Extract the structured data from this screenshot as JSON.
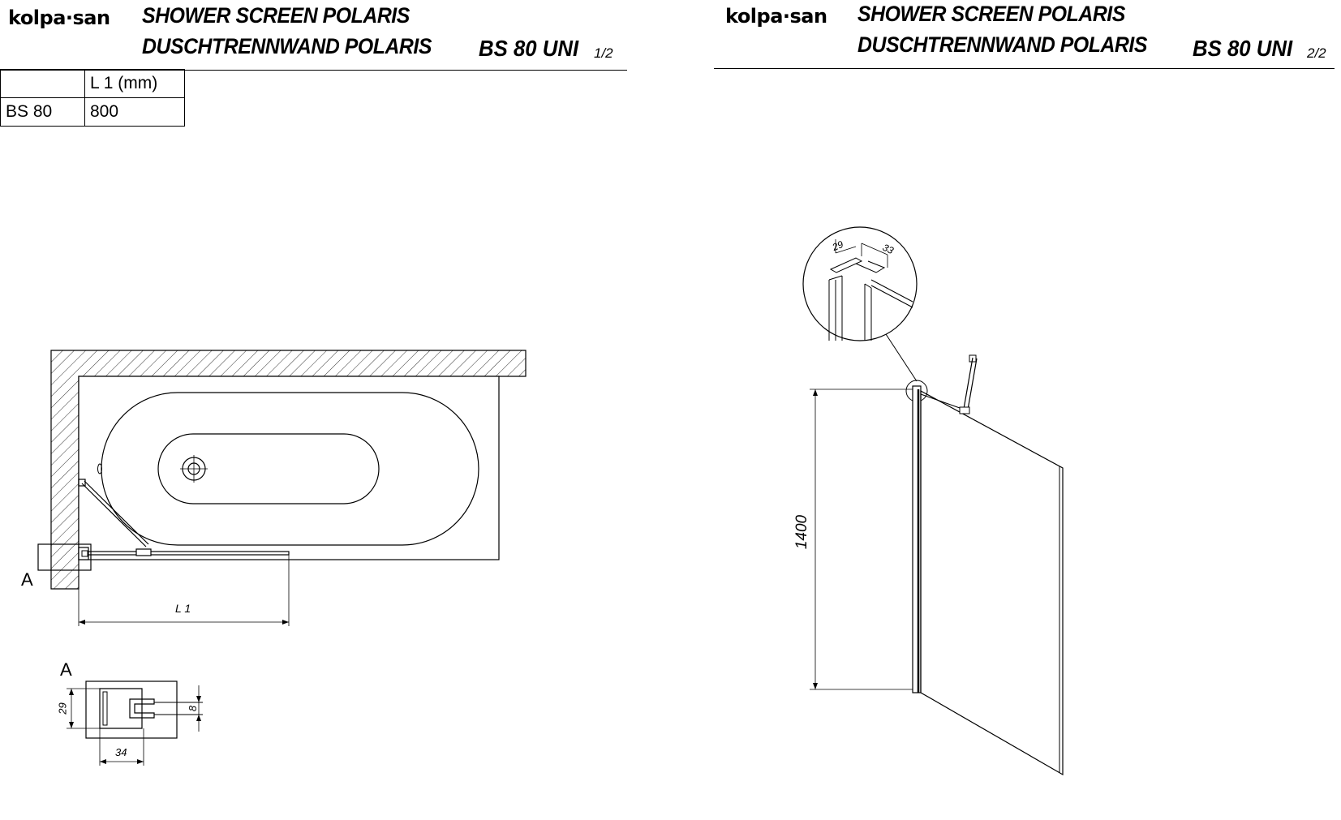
{
  "sheets": [
    {
      "brand": "kolpa·san",
      "title_en": "SHOWER SCREEN POLARIS",
      "title_de": "DUSCHTRENNWAND POLARIS",
      "model": "BS 80 UNI",
      "page": "1/2"
    },
    {
      "brand": "kolpa·san",
      "title_en": "SHOWER SCREEN POLARIS",
      "title_de": "DUSCHTRENNWAND POLARIS",
      "model": "BS 80 UNI",
      "page": "2/2"
    }
  ],
  "table": {
    "header": [
      "",
      "L 1 (mm)"
    ],
    "rows": [
      [
        "BS 80",
        "800"
      ]
    ]
  },
  "plan": {
    "detail_marker": "A",
    "dim_label": "L 1"
  },
  "detail": {
    "label": "A",
    "dim_height": "29",
    "dim_width": "34",
    "dim_glass": "8"
  },
  "elevation": {
    "dim_height": "1400",
    "zoom_dim_a": "29",
    "zoom_dim_b": "33"
  }
}
